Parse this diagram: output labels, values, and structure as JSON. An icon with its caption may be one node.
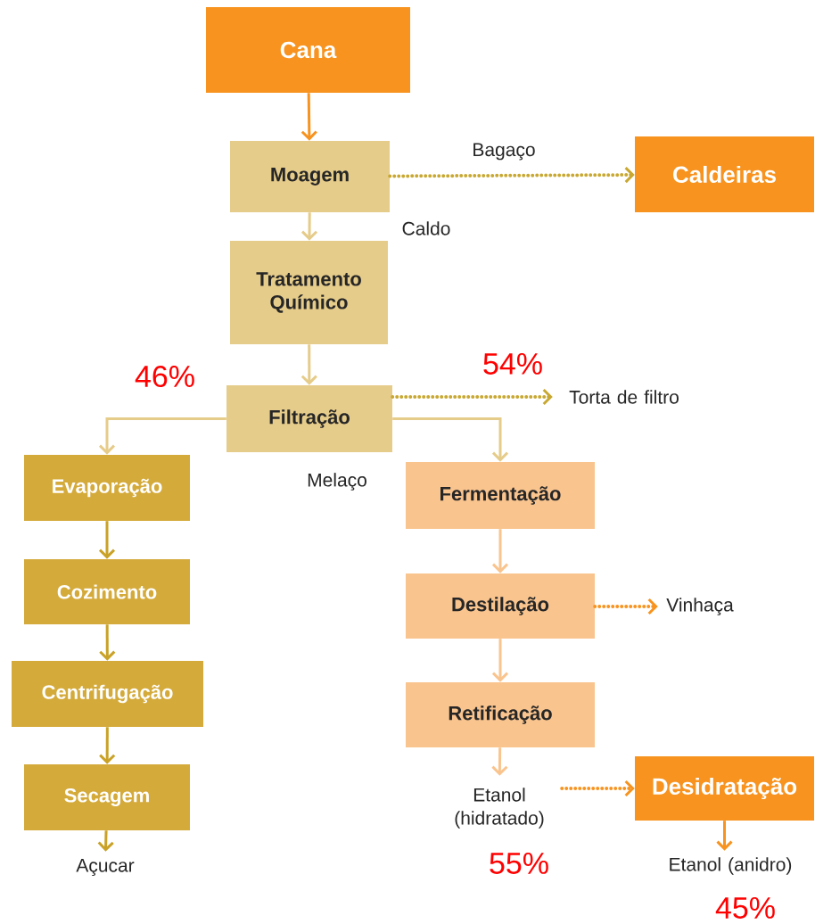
{
  "diagram": {
    "nodes": [
      {
        "text": [
          "Cana"
        ]
      },
      {
        "text": [
          "Moagem"
        ]
      },
      {
        "text": [
          "Caldeiras"
        ]
      },
      {
        "text": [
          "Tratamento Químico"
        ]
      },
      {
        "text": [
          "Filtração"
        ]
      },
      {
        "text": [
          "Torta de filtro"
        ]
      },
      {
        "text": [
          "Evaporação"
        ]
      },
      {
        "text": [
          "Cozimento"
        ]
      },
      {
        "text": [
          "Centrifugação"
        ]
      },
      {
        "text": [
          "Secagem"
        ]
      },
      {
        "text": [
          "Açucar"
        ]
      },
      {
        "text": [
          "Fermentação"
        ]
      },
      {
        "text": [
          "Destilação"
        ]
      },
      {
        "text": [
          "Vinhaça"
        ]
      },
      {
        "text": [
          "Retificação"
        ]
      },
      {
        "text": [
          "Etanol (hidratado)"
        ]
      },
      {
        "text": [
          "Desidratação"
        ]
      },
      {
        "text": [
          "Etanol (anidro)"
        ]
      }
    ],
    "edges": [
      {
        "from": 0,
        "to": 1,
        "arrow": "to",
        "color": "#f7931e"
      },
      {
        "from": 1,
        "to": 2,
        "arrow": "to",
        "label": "Bagaço",
        "style": "dashed",
        "color": "#c8a832"
      },
      {
        "from": 1,
        "to": 3,
        "arrow": "to",
        "label": "Caldo",
        "color": "#e6cc8a"
      },
      {
        "from": 3,
        "to": 4,
        "arrow": "to",
        "color": "#e6cc8a"
      },
      {
        "from": 4,
        "to": 5,
        "arrow": "to",
        "style": "dashed",
        "color": "#c8a832"
      },
      {
        "from": 4,
        "to": 6,
        "arrow": "to",
        "color": "#e6cc8a"
      },
      {
        "from": 4,
        "to": 11,
        "arrow": "to",
        "label": "Melaço",
        "color": "#e6cc8a"
      },
      {
        "from": 6,
        "to": 7,
        "arrow": "to",
        "color": "#c9a227"
      },
      {
        "from": 7,
        "to": 8,
        "arrow": "to",
        "color": "#c9a227"
      },
      {
        "from": 8,
        "to": 9,
        "arrow": "to",
        "color": "#c9a227"
      },
      {
        "from": 9,
        "to": 10,
        "arrow": "to",
        "color": "#c9a227"
      },
      {
        "from": 11,
        "to": 12,
        "arrow": "to",
        "color": "#f9c48e"
      },
      {
        "from": 12,
        "to": 13,
        "arrow": "to",
        "style": "dashed",
        "color": "#f7931e"
      },
      {
        "from": 12,
        "to": 14,
        "arrow": "to",
        "color": "#f9c48e"
      },
      {
        "from": 14,
        "to": 15,
        "arrow": "to",
        "color": "#f9c48e"
      },
      {
        "from": 15,
        "to": 16,
        "arrow": "to",
        "style": "dashed",
        "color": "#f7931e"
      },
      {
        "from": 16,
        "to": 17,
        "arrow": "to",
        "color": "#f7931e"
      }
    ],
    "labels": [
      "46%",
      "54%",
      "55%",
      "45%"
    ]
  }
}
